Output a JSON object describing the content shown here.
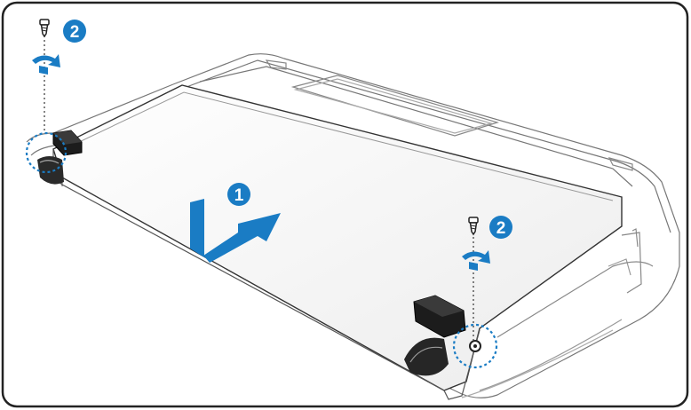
{
  "figure": {
    "steps": [
      {
        "number": "1",
        "action": "slide-battery"
      },
      {
        "number": "2",
        "action": "install-screw-left"
      },
      {
        "number": "2",
        "action": "install-screw-right"
      }
    ],
    "colors": {
      "accent": "#1a7cc4",
      "outline": "#333333",
      "battery_fill": "#f7f7f7",
      "frame": "#222222"
    },
    "icons": [
      "screw-icon",
      "rotate-arrow-icon",
      "slide-arrow-icon",
      "dotted-highlight-circle"
    ]
  }
}
